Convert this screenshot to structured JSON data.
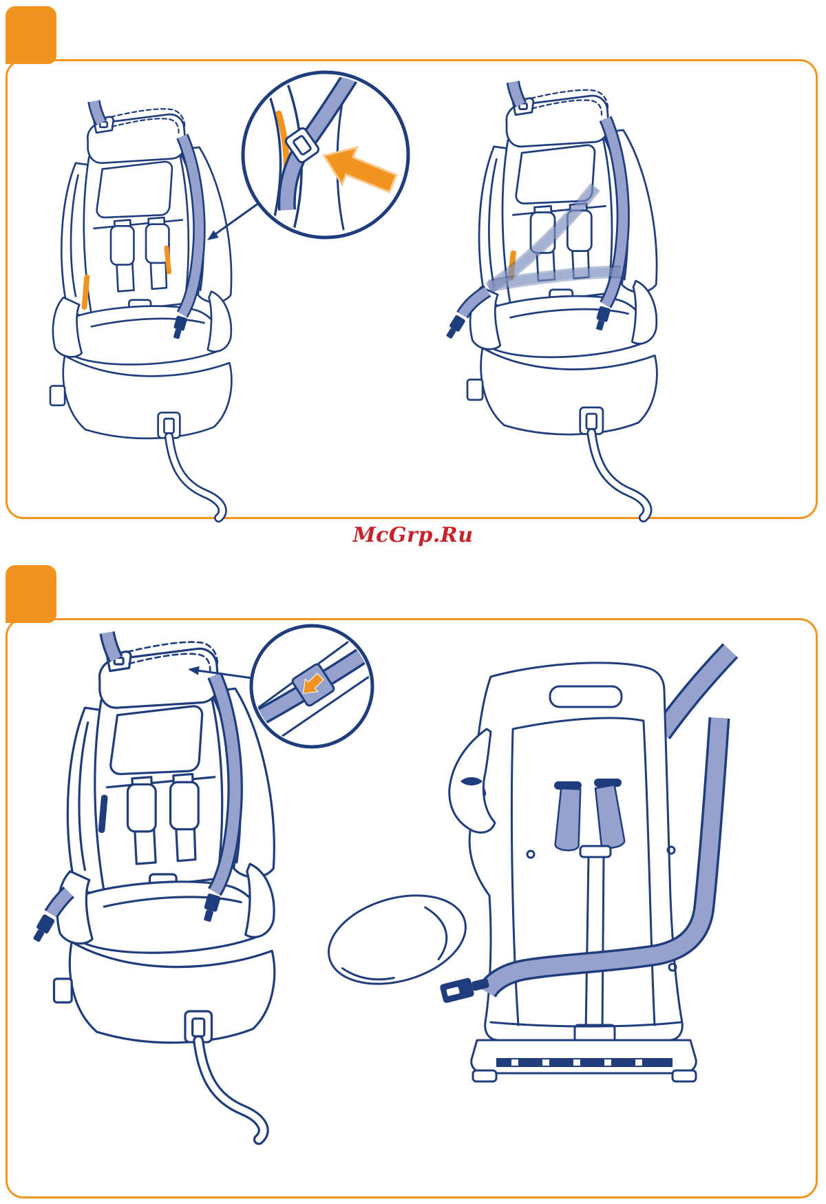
{
  "page": {
    "watermark": "McGrp.Ru",
    "colors": {
      "panel_border": "#F0941F",
      "line": "#1F3D7C",
      "belt": "#94A2CD",
      "belt_light": "#B9C2DE",
      "highlight": "#F0941F",
      "highlight_soft": "#F9C98E",
      "watermark": "#C8232B"
    },
    "panels": [
      {
        "id": "panel-1",
        "illustrations": [
          "car-seat-front-belt-over-headrest",
          "magnified-belt-guide-callout",
          "car-seat-front-belt-threaded"
        ]
      },
      {
        "id": "panel-2",
        "illustrations": [
          "car-seat-front-belt-over-headrest",
          "magnified-belt-slot-callout",
          "car-seat-rear-belt-routing"
        ]
      }
    ]
  }
}
